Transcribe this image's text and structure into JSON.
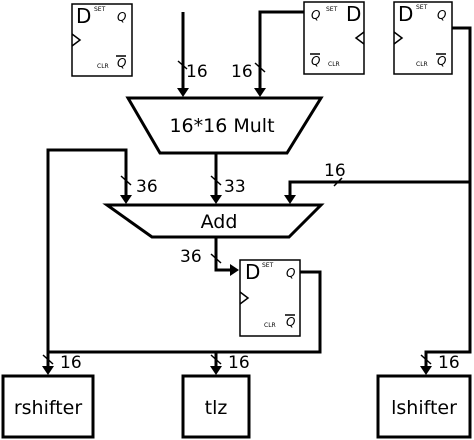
{
  "flipflop": {
    "d": "D",
    "set": "SET",
    "clr": "CLR",
    "q": "Q",
    "qbar": "Q"
  },
  "blocks": {
    "mult": "16*16 Mult",
    "add": "Add",
    "rshifter": "rshifter",
    "tlz": "tlz",
    "lshifter": "lshifter"
  },
  "wire_labels": {
    "ff1_to_mult": "16",
    "ff2_to_mult": "16",
    "ff3_to_add": "16",
    "rshifter_feedback_to_add": "36",
    "mult_to_add": "33",
    "add_to_ff4": "36",
    "to_rshifter": "16",
    "to_tlz": "16",
    "to_lshifter": "16"
  }
}
